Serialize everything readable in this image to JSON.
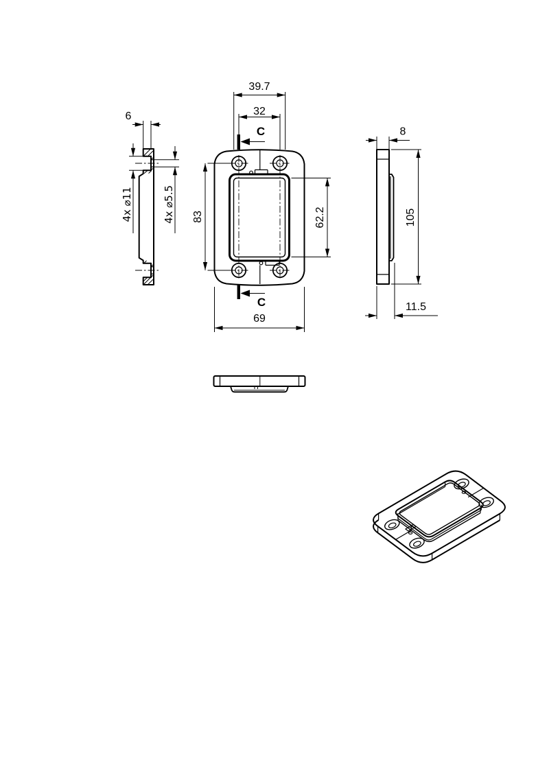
{
  "page": {
    "background": "#ffffff",
    "line_color": "#000000"
  },
  "views": {
    "front": {
      "dims": {
        "opening_width": "39.7",
        "hole_pitch_x": "32",
        "hole_pitch_y": "83",
        "opening_height": "62.2",
        "plate_width": "69"
      },
      "section": {
        "label_top": "C",
        "label_bottom": "C"
      }
    },
    "left_section": {
      "dims": {
        "counterbore_depth": "6"
      },
      "callouts": {
        "counterbore": "4x ⌀11",
        "through_hole": "4x ⌀5.5"
      }
    },
    "right_side": {
      "dims": {
        "thickness": "8",
        "height": "105",
        "total_thickness": "11.5"
      }
    }
  }
}
